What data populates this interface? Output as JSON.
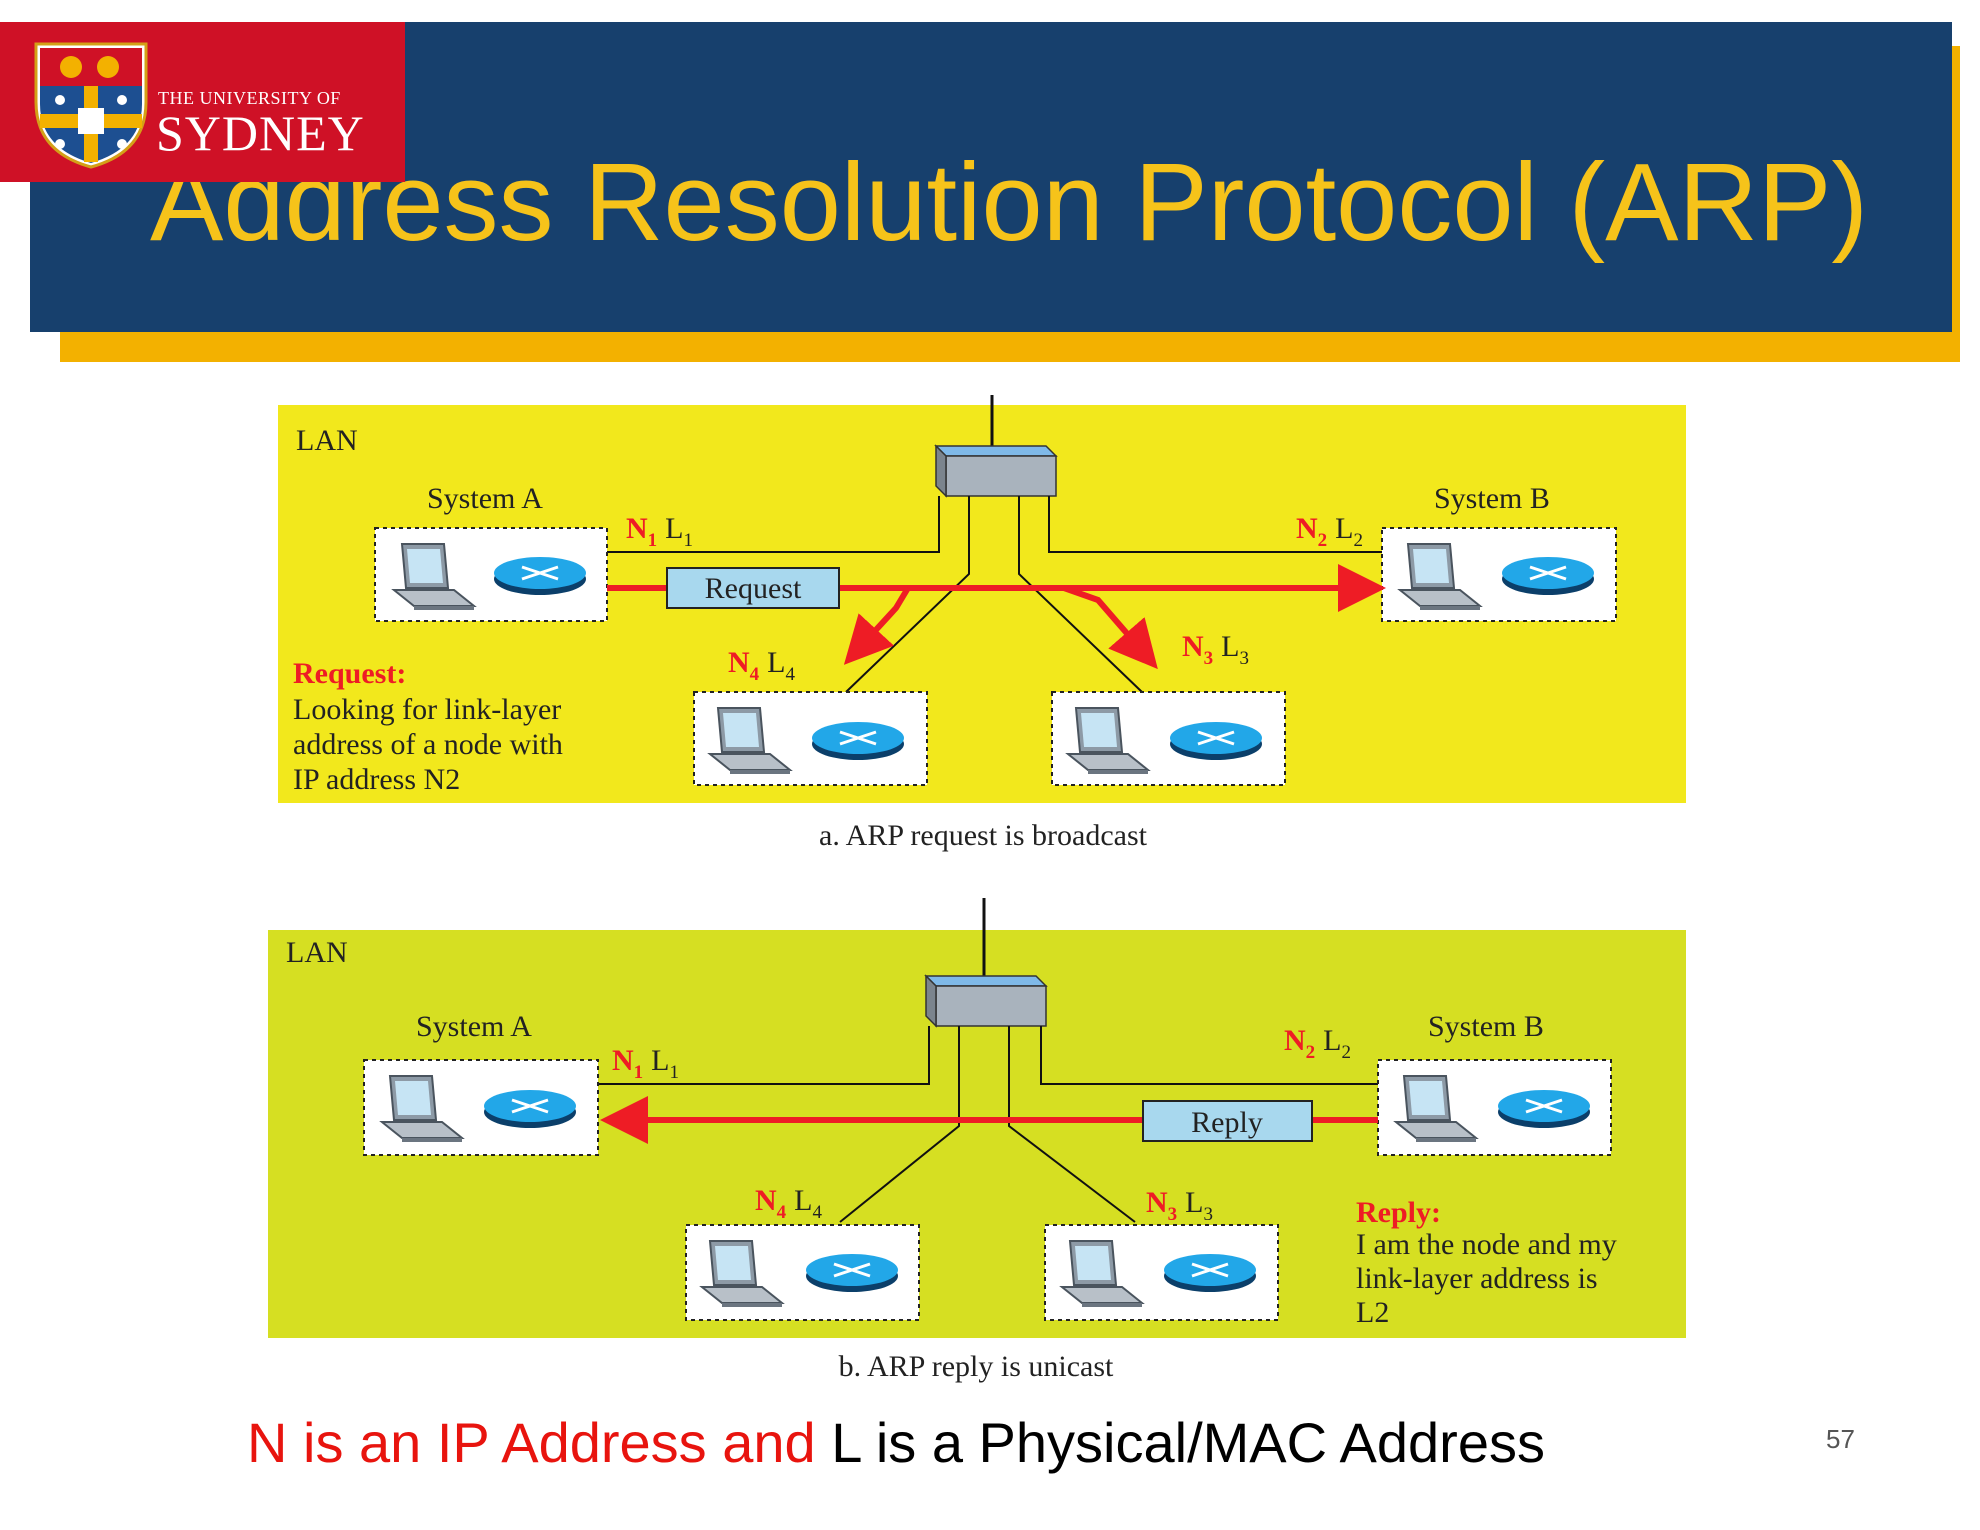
{
  "slide": {
    "title": "Address Resolution Protocol (ARP)",
    "logo": {
      "line1": "THE UNIVERSITY OF",
      "line2": "SYDNEY"
    },
    "footer": {
      "part1": "N is an IP Address and ",
      "part2": "L",
      "part3": " is a Physical/MAC Address"
    },
    "page_number": "57"
  },
  "diagram_a": {
    "lan": "LAN",
    "system_a": "System A",
    "system_b": "System B",
    "n1": "N",
    "n1_sub": "1",
    "l1": "L",
    "l1_sub": "1",
    "n2": "N",
    "n2_sub": "2",
    "l2": "L",
    "l2_sub": "2",
    "n3": "N",
    "n3_sub": "3",
    "l3": "L",
    "l3_sub": "3",
    "n4": "N",
    "n4_sub": "4",
    "l4": "L",
    "l4_sub": "4",
    "packet": "Request",
    "note_title": "Request:",
    "note_lines": [
      "Looking for link-layer",
      "address of a node with",
      "IP address N2"
    ],
    "caption": "a. ARP request is broadcast",
    "background": "#f2e81c"
  },
  "diagram_b": {
    "lan": "LAN",
    "system_a": "System A",
    "system_b": "System B",
    "n1": "N",
    "n1_sub": "1",
    "l1": "L",
    "l1_sub": "1",
    "n2": "N",
    "n2_sub": "2",
    "l2": "L",
    "l2_sub": "2",
    "n3": "N",
    "n3_sub": "3",
    "l3": "L",
    "l3_sub": "3",
    "n4": "N",
    "n4_sub": "4",
    "l4": "L",
    "l4_sub": "4",
    "packet": "Reply",
    "note_title": "Reply:",
    "note_lines": [
      "I am the node and my",
      "link-layer address is",
      "L2"
    ],
    "caption": "b. ARP reply is unicast",
    "background": "#d6df22"
  },
  "colors": {
    "title_bar": "#17406d",
    "title_text": "#f6c31a",
    "accent_bar": "#f3b100",
    "logo_red": "#cf1126",
    "arrow_red": "#ee1c25",
    "packet_blue": "#a8d8ee"
  }
}
